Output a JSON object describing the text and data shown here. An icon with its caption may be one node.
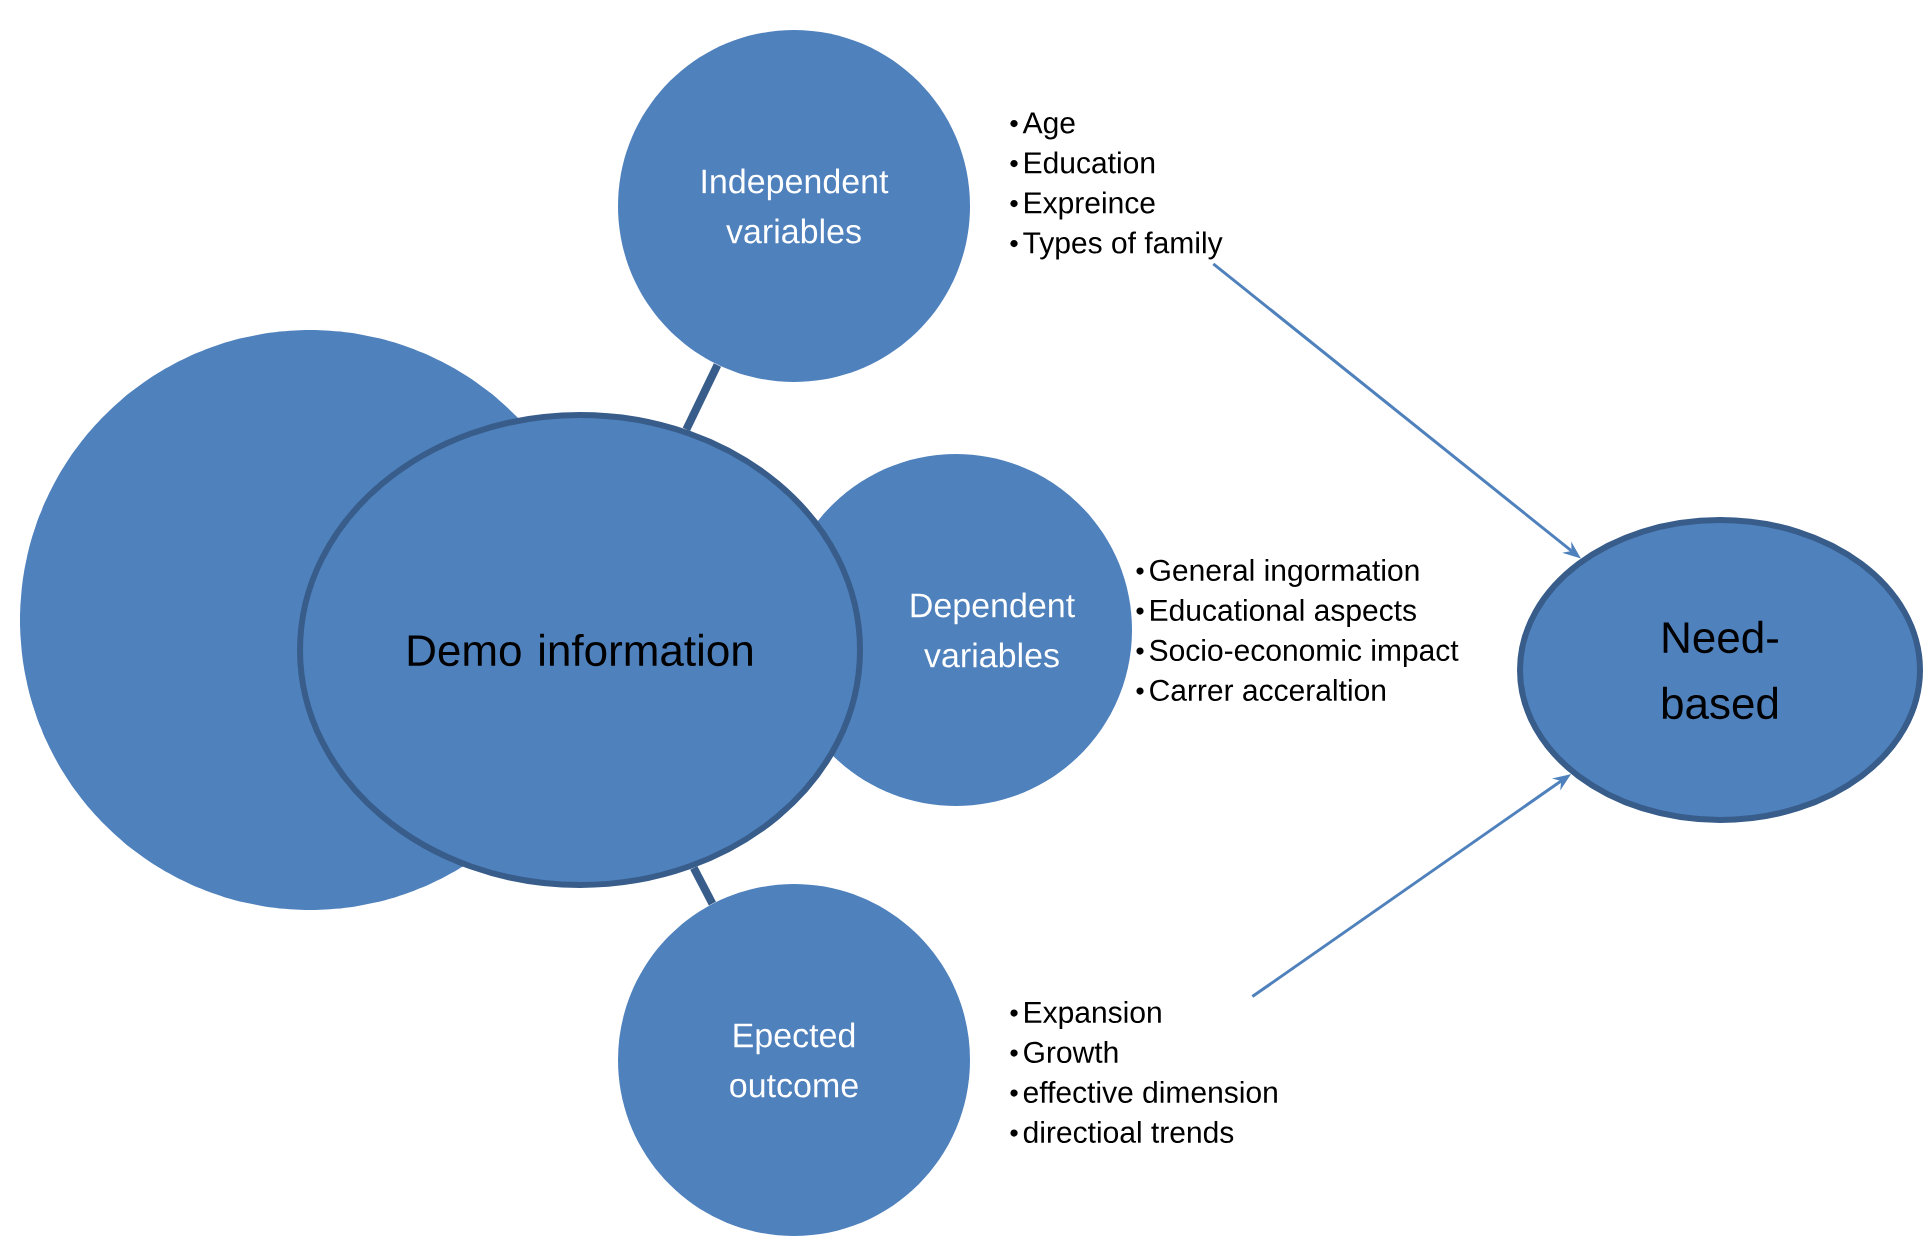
{
  "diagram": {
    "nodes": [
      {
        "text": [],
        "shape": "circle"
      },
      {
        "text": [
          "Demo information"
        ]
      },
      {
        "text": [
          "Independent variables"
        ]
      },
      {
        "text": [
          "Dependent variables"
        ]
      },
      {
        "text": [
          "Epected outcome"
        ]
      },
      {
        "text": [
          "Need-based"
        ]
      },
      {
        "text": [
          "Age",
          "Education",
          "Expreince",
          "Types of family"
        ]
      },
      {
        "text": [
          "General ingormation",
          "Educational aspects",
          "Socio-economic impact",
          "Carrer acceraltion"
        ]
      },
      {
        "text": [
          "Expansion",
          "Growth",
          "effective dimension",
          "directioal trends"
        ]
      }
    ],
    "edges": [
      {
        "from": 1,
        "to": 2,
        "arrow": "none",
        "style": "thick",
        "color": "#385d8a"
      },
      {
        "from": 1,
        "to": 4,
        "arrow": "none",
        "style": "thick",
        "color": "#385d8a"
      },
      {
        "from": 6,
        "to": 5,
        "arrow": "to"
      },
      {
        "from": 8,
        "to": 5,
        "arrow": "to"
      }
    ]
  }
}
